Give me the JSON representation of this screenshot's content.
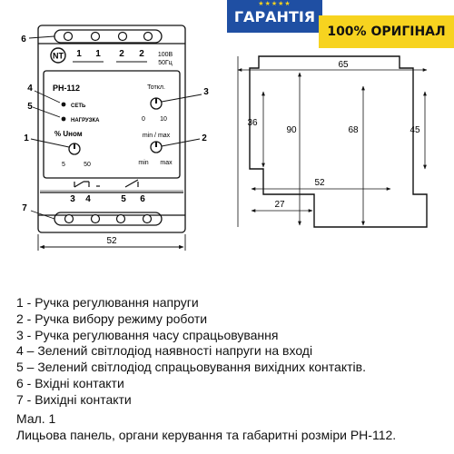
{
  "badges": {
    "guarantee": "ГАРАНТІЯ",
    "stars": "★★★★★",
    "original": "100% ОРИГІНАЛ",
    "blue": "#1f4fa3",
    "yellow": "#f7d31f"
  },
  "panel": {
    "callouts": [
      "6",
      "4",
      "5",
      "1",
      "3",
      "2",
      "7"
    ],
    "brand_logo": "NT",
    "input_terminals": [
      "1",
      "1",
      "2",
      "2"
    ],
    "rating_line1": "100В",
    "rating_line2": "50Гц",
    "model": "РН-112",
    "led_network": "СЕТЬ",
    "led_load": "НАГРУЗКА",
    "time_label": "Тоткл.",
    "time_scale_min": "0",
    "time_scale_max": "10",
    "voltage_label": "% Uном",
    "voltage_scale_min": "5",
    "voltage_scale_max": "50",
    "mode_label": "min / max",
    "mode_scale_min": "min",
    "mode_scale_max": "max",
    "output_terminals": [
      "3",
      "4",
      "5",
      "6"
    ],
    "width_dim": "52"
  },
  "profile": {
    "dim_top": "65",
    "dim_36": "36",
    "dim_90": "90",
    "dim_68": "68",
    "dim_45": "45",
    "dim_52": "52",
    "dim_27": "27"
  },
  "legend": [
    "1 - Ручка регулювання напруги",
    "2 - Ручка вибору режиму роботи",
    "3 - Ручка регулювання часу спрацьовування",
    "4 – Зелений світлодіод наявності напруги на вході",
    "5 – Зелений світлодіод спрацьовування вихідних контактів.",
    "6 - Вхідні контакти",
    "7 - Вихідні контакти"
  ],
  "caption": {
    "label": "Мал. 1",
    "text": "Лицьова панель, органи керування та габаритні розміри РН-112."
  }
}
